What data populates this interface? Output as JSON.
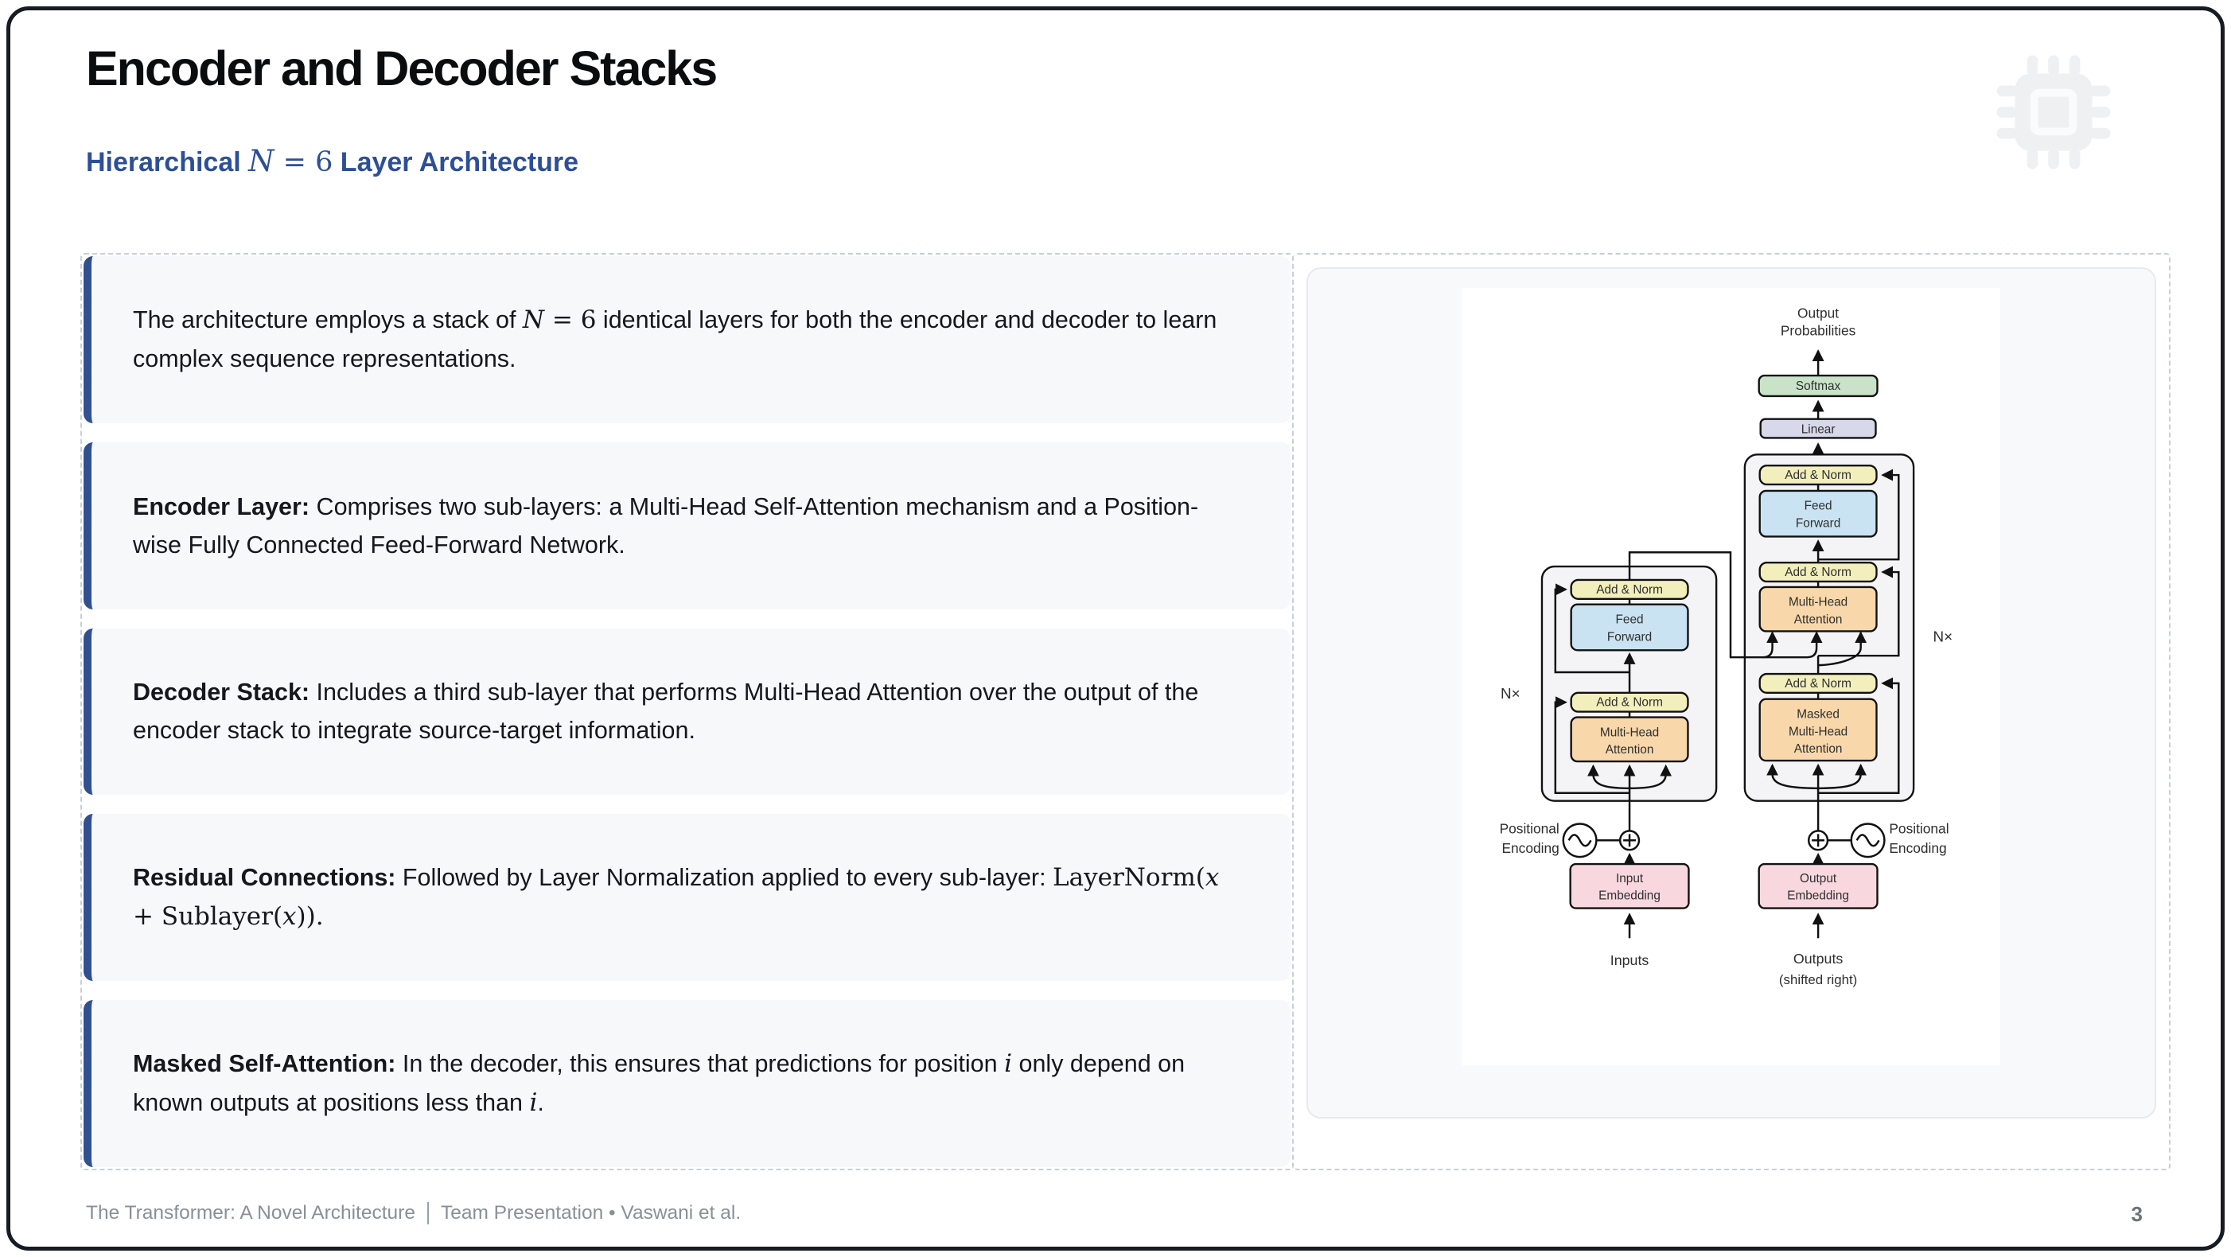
{
  "slide": {
    "title": "Encoder and Decoder Stacks",
    "subtitle": {
      "pre": "Hierarchical ",
      "math_var": "N",
      "math_rest": " = 6",
      "post": " Layer Architecture"
    },
    "header_icon": "chip-icon",
    "accent_color": "#2d4f97",
    "bar_color": "#31508f",
    "footer": {
      "title": "The Transformer: A Novel Architecture",
      "subtitle": "Team Presentation • Vaswani et al.",
      "page": "3"
    }
  },
  "content": {
    "blocks": [
      {
        "segments": {
          "s0": "The architecture employs a stack of ",
          "s1": "N",
          "s2": " = 6",
          "s3": " identical layers for both the encoder and decoder to learn complex sequence representations."
        }
      },
      {
        "segments": {
          "s0": "Encoder Layer:",
          "s1": " Comprises two sub-layers: a Multi-Head Self-Attention mechanism and a Position-wise Fully Connected Feed-Forward Network."
        }
      },
      {
        "segments": {
          "s0": "Decoder Stack:",
          "s1": " Includes a third sub-layer that performs Multi-Head Attention over the output of the encoder stack to integrate source-target information."
        }
      },
      {
        "segments": {
          "s0": "Residual Connections:",
          "s1": " Followed by Layer Normalization applied to every sub-layer: ",
          "s2": "LayerNorm(",
          "s3": "x",
          "s4": " + Sublayer(",
          "s5": "x",
          "s6": "))."
        }
      },
      {
        "segments": {
          "s0": "Masked Self-Attention:",
          "s1": " In the decoder, this ensures that predictions for position ",
          "s2": "i",
          "s3": " only depend on known outputs at positions less than ",
          "s4": "i",
          "s5": "."
        }
      }
    ]
  },
  "diagram": {
    "output_probabilities": [
      "Output",
      "Probabilities"
    ],
    "softmax": "Softmax",
    "linear": "Linear",
    "add_norm": "Add & Norm",
    "feed_forward": [
      "Feed",
      "Forward"
    ],
    "multi_head_attention": [
      "Multi-Head",
      "Attention"
    ],
    "masked_multi_head_attention": [
      "Masked",
      "Multi-Head",
      "Attention"
    ],
    "n_times": "N×",
    "positional_encoding": [
      "Positional",
      "Encoding"
    ],
    "input_embedding": [
      "Input",
      "Embedding"
    ],
    "output_embedding": [
      "Output",
      "Embedding"
    ],
    "inputs": "Inputs",
    "outputs": [
      "Outputs",
      "(shifted right)"
    ],
    "colors": {
      "add_norm": "#f2efbc",
      "feed_forward": "#c9e3f2",
      "attention": "#f8d8ab",
      "embedding": "#f8d8de",
      "softmax": "#c8e3c8",
      "linear": "#d7d8e9",
      "stack": "#f4f4f6",
      "icon": "#eff0f2",
      "icon_inner": "#fafbfc"
    }
  }
}
